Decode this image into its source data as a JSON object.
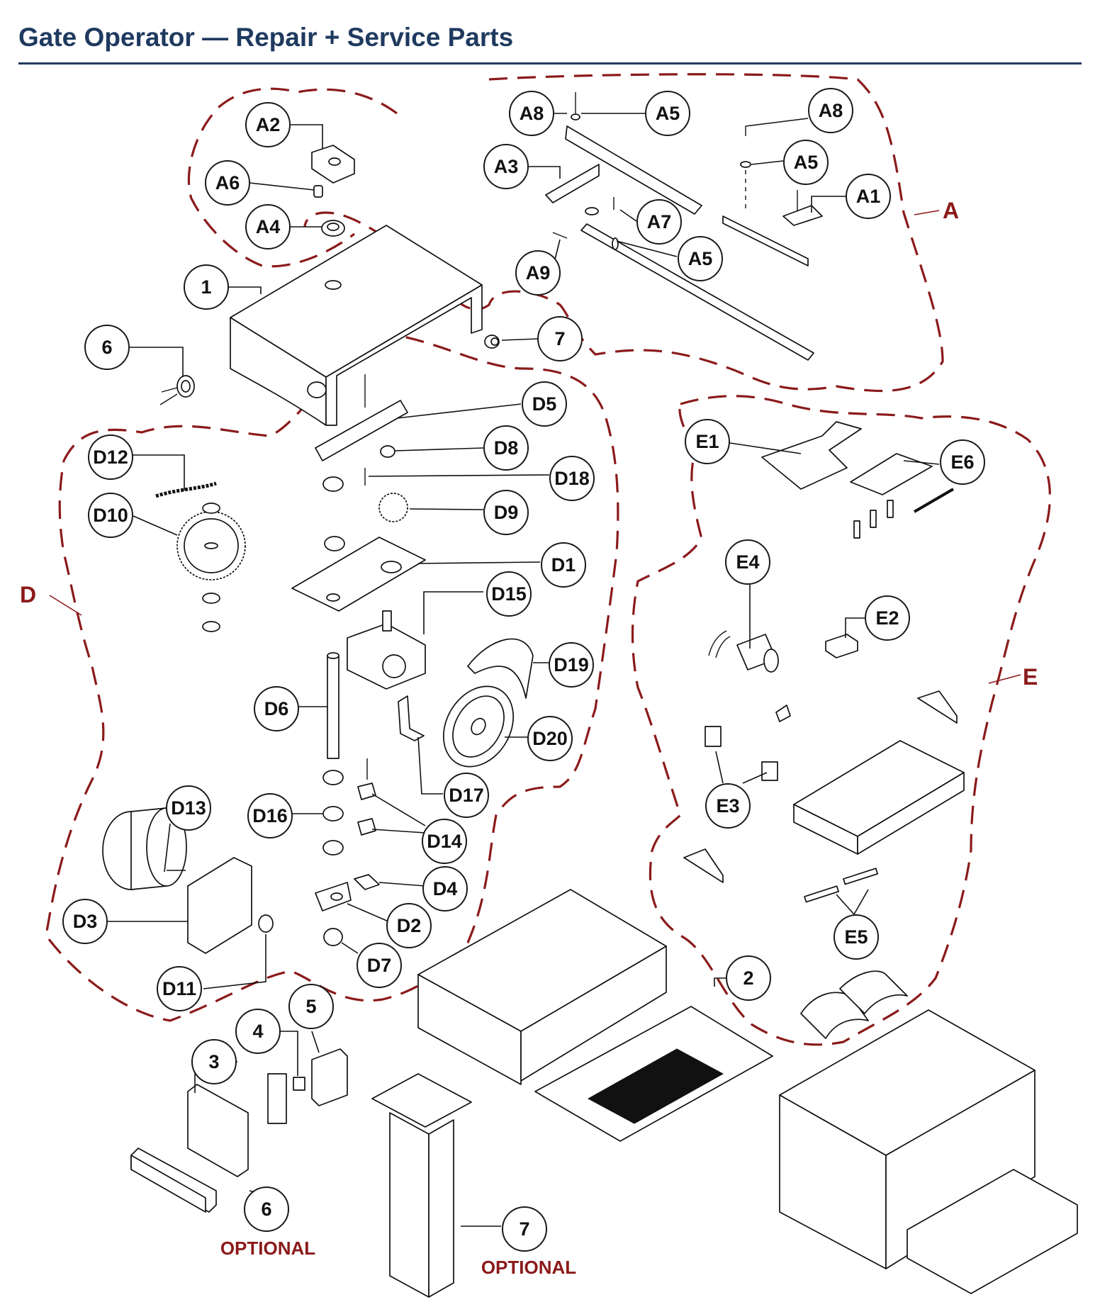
{
  "page": {
    "title": "Gate Operator — Repair + Service Parts"
  },
  "groups": {
    "A": "A",
    "D": "D",
    "E": "E"
  },
  "callouts": {
    "A1": "A1",
    "A2": "A2",
    "A3": "A3",
    "A4": "A4",
    "A5a": "A5",
    "A5b": "A5",
    "A5c": "A5",
    "A6": "A6",
    "A7": "A7",
    "A8a": "A8",
    "A8b": "A8",
    "A9": "A9",
    "D1": "D1",
    "D2": "D2",
    "D3": "D3",
    "D4": "D4",
    "D5": "D5",
    "D6": "D6",
    "D7": "D7",
    "D8": "D8",
    "D9": "D9",
    "D10": "D10",
    "D11": "D11",
    "D12": "D12",
    "D13": "D13",
    "D14": "D14",
    "D15": "D15",
    "D16": "D16",
    "D17": "D17",
    "D18": "D18",
    "D19": "D19",
    "D20": "D20",
    "E1": "E1",
    "E2": "E2",
    "E3": "E3",
    "E4": "E4",
    "E5": "E5",
    "E6": "E6",
    "n1": "1",
    "n2": "2",
    "n3": "3",
    "n4": "4",
    "n5": "5",
    "n6a": "6",
    "n6b": "6",
    "n7a": "7",
    "n7b": "7"
  },
  "optional_labels": {
    "left": "OPTIONAL",
    "right": "OPTIONAL"
  }
}
